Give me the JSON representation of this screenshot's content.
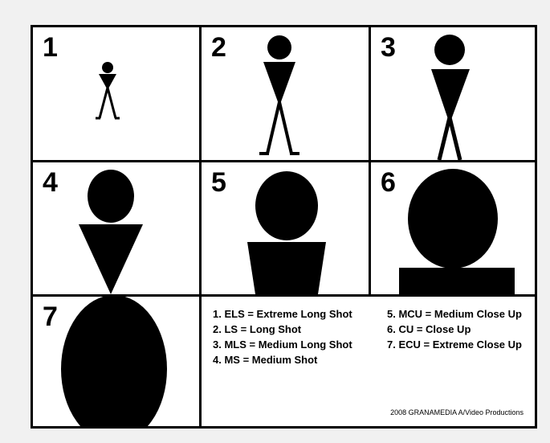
{
  "panels": [
    {
      "number": "1"
    },
    {
      "number": "2"
    },
    {
      "number": "3"
    },
    {
      "number": "4"
    },
    {
      "number": "5"
    },
    {
      "number": "6"
    },
    {
      "number": "7"
    }
  ],
  "legend": {
    "left": [
      "1. ELS = Extreme Long Shot",
      "2. LS = Long Shot",
      "3. MLS = Medium Long Shot",
      "4. MS = Medium Shot"
    ],
    "right": [
      "5. MCU = Medium Close Up",
      "6. CU = Close Up",
      "7. ECU = Extreme Close Up"
    ]
  },
  "credit": "2008 GRANAMEDIA A/Video Productions",
  "colors": {
    "ink": "#000000",
    "paper": "#ffffff",
    "background": "#f1f1f1"
  }
}
